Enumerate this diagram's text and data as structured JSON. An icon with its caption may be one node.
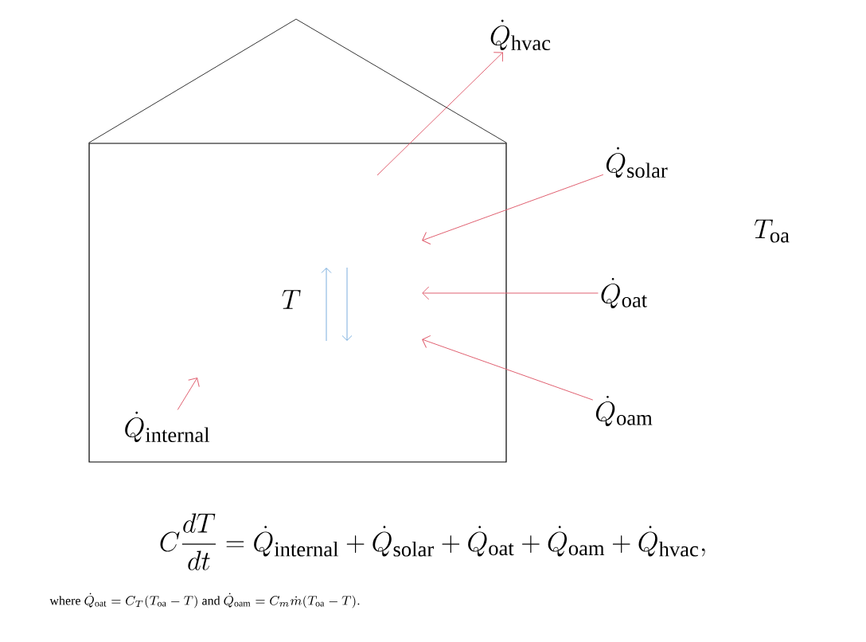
{
  "diagram": {
    "nodes": [
      {
        "text": [],
        "shape": "house"
      },
      {
        "text": [
          "T"
        ],
        "in": 0
      },
      {
        "text": [
          "\\dot{Q}_{\\mathrm{internal}}"
        ],
        "in": 0
      },
      {
        "text": [
          "\\dot{Q}_{\\mathrm{hvac}}"
        ]
      },
      {
        "text": [
          "\\dot{Q}_{\\mathrm{solar}}"
        ]
      },
      {
        "text": [
          "\\dot{Q}_{\\mathrm{oat}}"
        ]
      },
      {
        "text": [
          "\\dot{Q}_{\\mathrm{oam}}"
        ]
      },
      {
        "text": [
          "T_{\\mathrm{oa}}"
        ]
      }
    ],
    "edges": [
      {
        "from": null,
        "to": 3,
        "arrow": "to"
      },
      {
        "from": 4,
        "to": null,
        "arrow": "to"
      },
      {
        "from": 5,
        "to": null,
        "arrow": "to"
      },
      {
        "from": 6,
        "to": null,
        "arrow": "to"
      },
      {
        "from": 2,
        "to": null,
        "arrow": "to"
      }
    ],
    "labels": [
      "C\\frac{dT}{dt} = \\dot{Q}_{\\mathrm{internal}} + \\dot{Q}_{\\mathrm{solar}} + \\dot{Q}_{\\mathrm{oat}} + \\dot{Q}_{\\mathrm{oam}} + \\dot{Q}_{\\mathrm{hvac}},",
      "\\text{where } \\dot{Q}_{\\mathrm{oat}} = C_T(T_{\\mathrm{oa}} - T) \\text{ and } \\dot{Q}_{\\mathrm{oam}} = C_m\\dot{m}(T_{\\mathrm{oa}} - T)."
    ]
  }
}
